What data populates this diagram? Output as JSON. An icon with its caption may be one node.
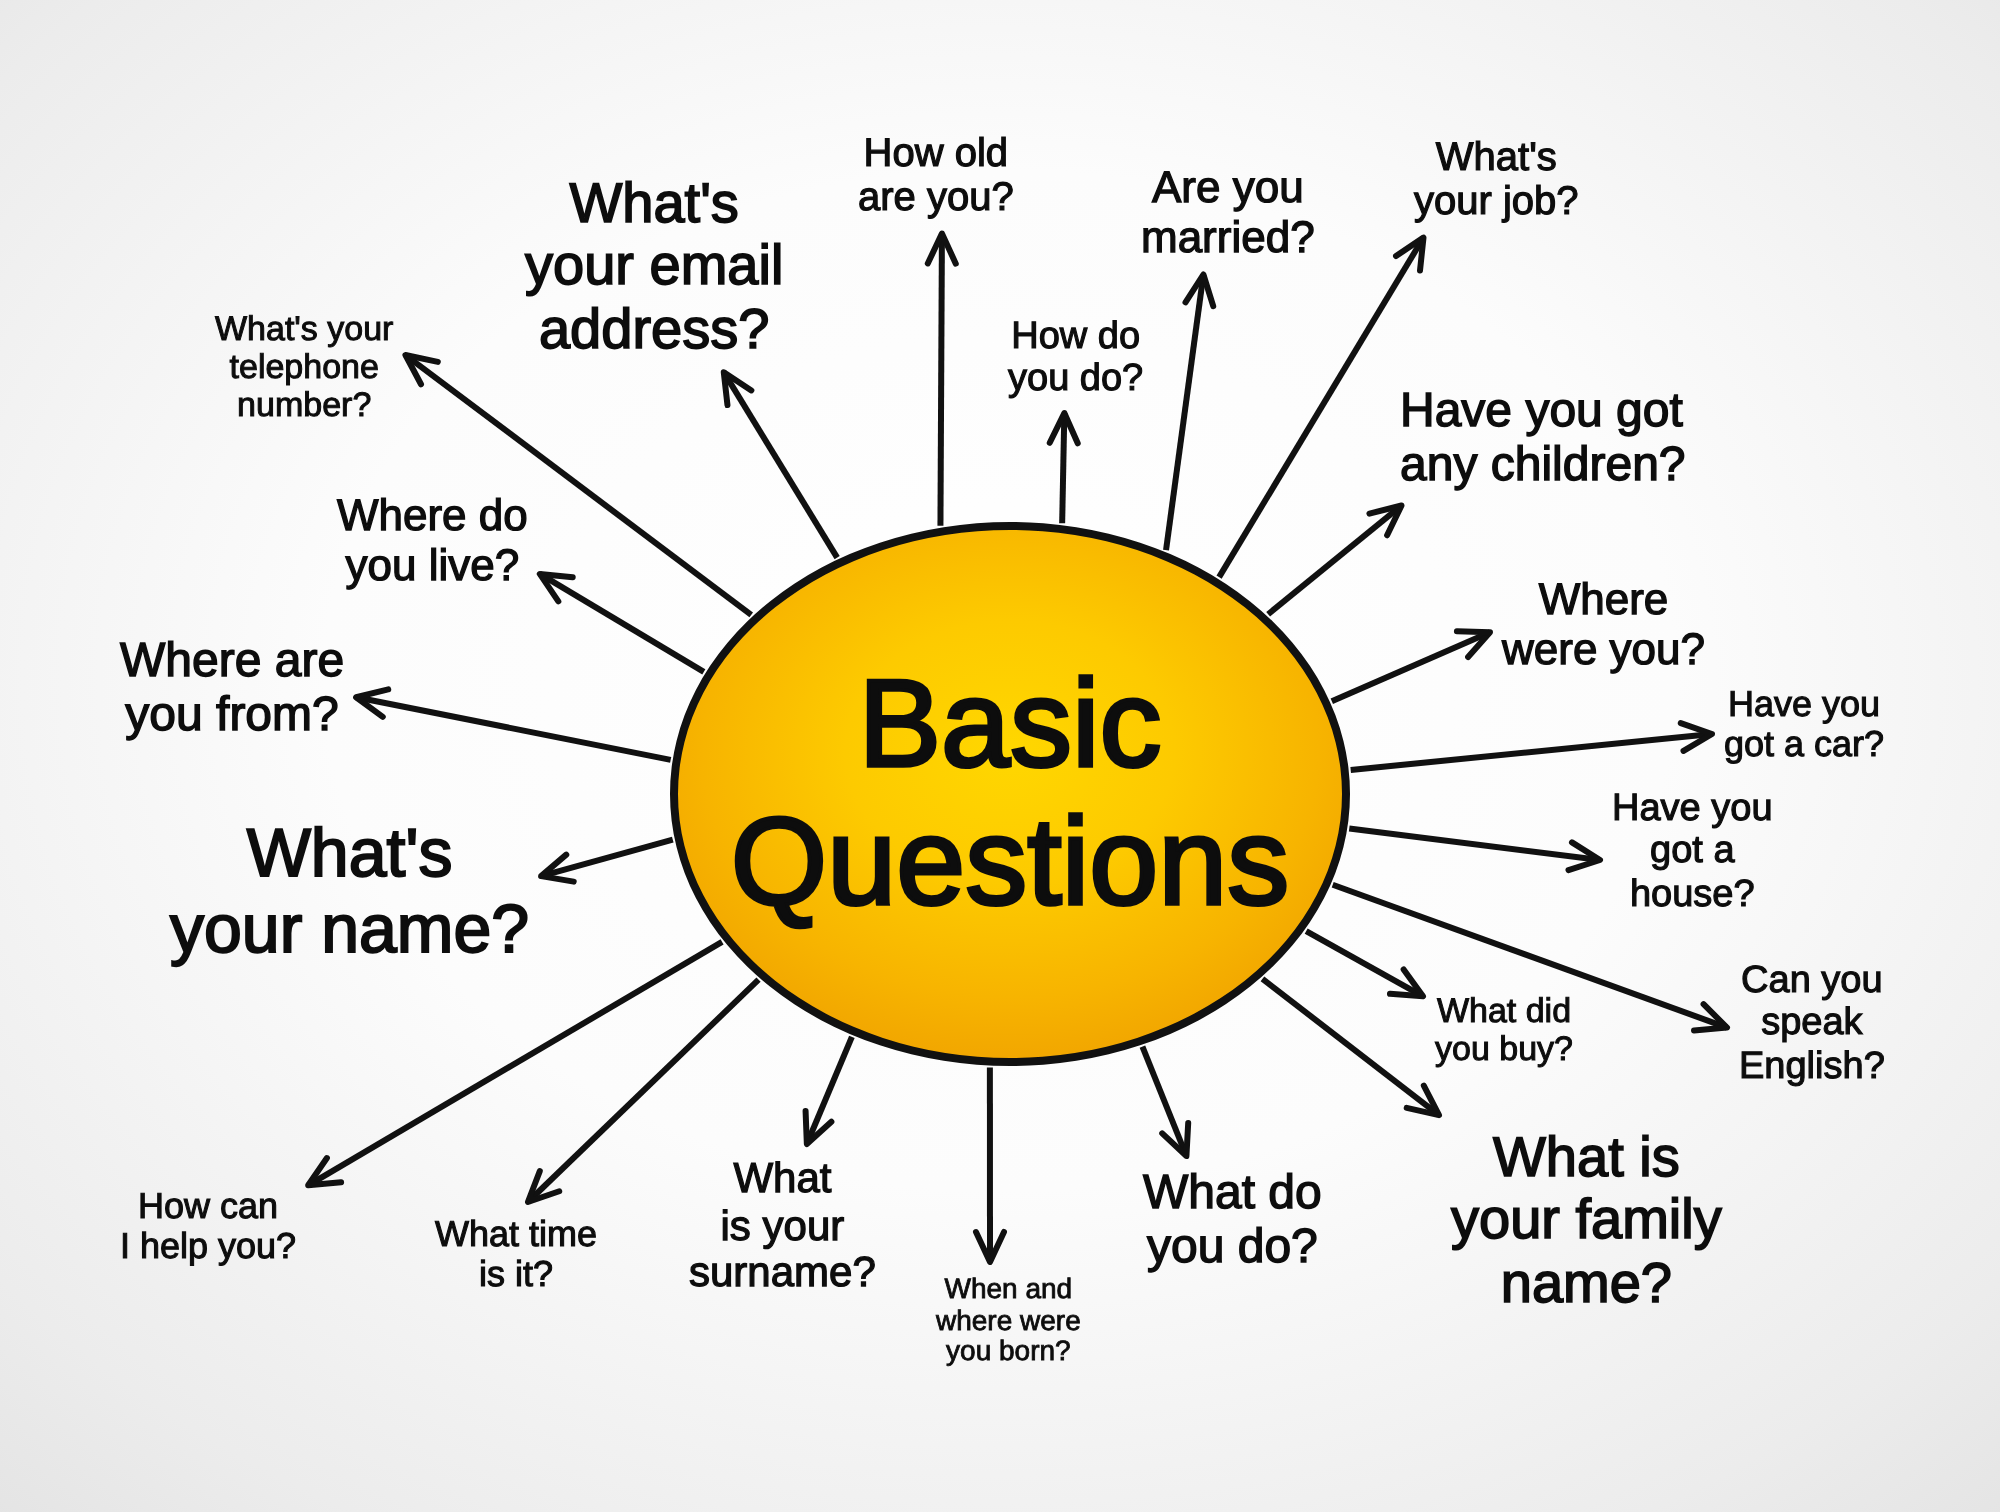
{
  "diagram": {
    "nodes": [
      {
        "text": [
          "Basic Questions"
        ]
      },
      {
        "text": [
          "What's your email address?"
        ]
      },
      {
        "text": [
          "How old are you?"
        ]
      },
      {
        "text": [
          "Are you married?"
        ]
      },
      {
        "text": [
          "What's your job?"
        ]
      },
      {
        "text": [
          "What's your telephone number?"
        ]
      },
      {
        "text": [
          "How do you do?"
        ]
      },
      {
        "text": [
          "Have you got any children?"
        ]
      },
      {
        "text": [
          "Where do you live?"
        ]
      },
      {
        "text": [
          "Where were you?"
        ]
      },
      {
        "text": [
          "Where are you from?"
        ]
      },
      {
        "text": [
          "Have you got a car?"
        ]
      },
      {
        "text": [
          "What's your name?"
        ]
      },
      {
        "text": [
          "Have you got a house?"
        ]
      },
      {
        "text": [
          "What did you buy?"
        ]
      },
      {
        "text": [
          "Can you speak English?"
        ]
      },
      {
        "text": [
          "How can I help you?"
        ]
      },
      {
        "text": [
          "What time is it?"
        ]
      },
      {
        "text": [
          "What is your surname?"
        ]
      },
      {
        "text": [
          "When and where were you born?"
        ]
      },
      {
        "text": [
          "What do you do?"
        ]
      },
      {
        "text": [
          "What is your family name?"
        ]
      }
    ],
    "edges": [
      {
        "from": 0,
        "to": 1,
        "arrow": "to"
      },
      {
        "from": 0,
        "to": 2,
        "arrow": "to"
      },
      {
        "from": 0,
        "to": 3,
        "arrow": "to"
      },
      {
        "from": 0,
        "to": 4,
        "arrow": "to"
      },
      {
        "from": 0,
        "to": 5,
        "arrow": "to"
      },
      {
        "from": 0,
        "to": 6,
        "arrow": "to"
      },
      {
        "from": 0,
        "to": 7,
        "arrow": "to"
      },
      {
        "from": 0,
        "to": 8,
        "arrow": "to"
      },
      {
        "from": 0,
        "to": 9,
        "arrow": "to"
      },
      {
        "from": 0,
        "to": 10,
        "arrow": "to"
      },
      {
        "from": 0,
        "to": 11,
        "arrow": "to"
      },
      {
        "from": 0,
        "to": 12,
        "arrow": "to"
      },
      {
        "from": 0,
        "to": 13,
        "arrow": "to"
      },
      {
        "from": 0,
        "to": 14,
        "arrow": "to"
      },
      {
        "from": 0,
        "to": 15,
        "arrow": "to"
      },
      {
        "from": 0,
        "to": 16,
        "arrow": "to"
      },
      {
        "from": 0,
        "to": 17,
        "arrow": "to"
      },
      {
        "from": 0,
        "to": 18,
        "arrow": "to"
      },
      {
        "from": 0,
        "to": 19,
        "arrow": "to"
      },
      {
        "from": 0,
        "to": 20,
        "arrow": "to"
      },
      {
        "from": 0,
        "to": 21,
        "arrow": "to"
      }
    ]
  }
}
